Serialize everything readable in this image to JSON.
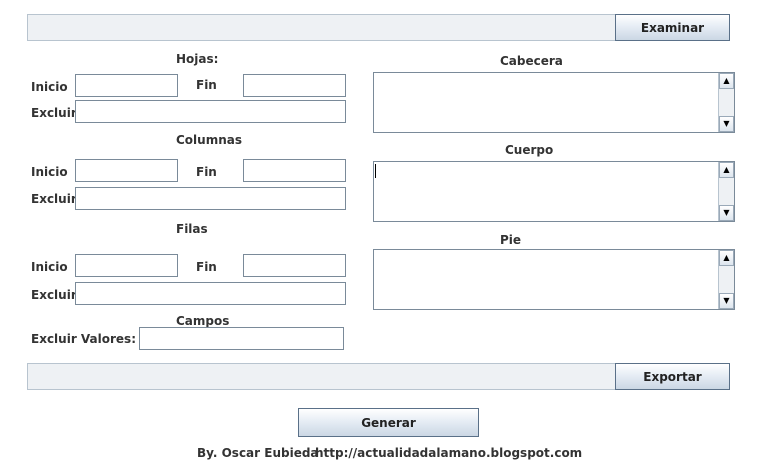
{
  "top": {
    "browse_button": "Examinar",
    "path_value": ""
  },
  "hojas": {
    "title": "Hojas:",
    "inicio_label": "Inicio",
    "fin_label": "Fin",
    "excluir_label": "Excluir"
  },
  "columnas": {
    "title": "Columnas",
    "inicio_label": "Inicio",
    "fin_label": "Fin",
    "excluir_label": "Excluir"
  },
  "filas": {
    "title": "Filas",
    "inicio_label": "Inicio",
    "fin_label": "Fin",
    "excluir_label": "Excluir"
  },
  "campos": {
    "title": "Campos",
    "excluir_valores_label": "Excluir Valores:"
  },
  "sections": {
    "cabecera": "Cabecera",
    "cuerpo": "Cuerpo",
    "pie": "Pie"
  },
  "export": {
    "button": "Exportar",
    "path_value": ""
  },
  "generar_button": "Generar",
  "footer": {
    "author": "By. Oscar Eubieda",
    "url": "http://actualidadalamano.blogspot.com"
  },
  "scroll": {
    "up_icon": "▲",
    "down_icon": "▼"
  }
}
